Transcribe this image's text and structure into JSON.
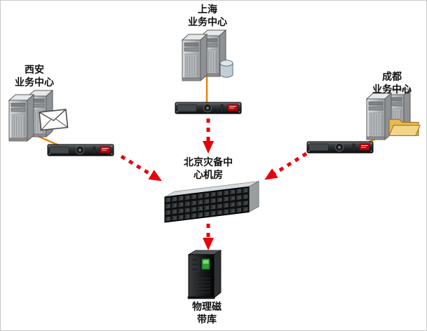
{
  "diagram": {
    "nodes": {
      "shanghai": {
        "label": "上海\n业务中心"
      },
      "xian": {
        "label": "西安\n业务中心"
      },
      "chengdu": {
        "label": "成都\n业务中心"
      },
      "beijing": {
        "label": "北京灾备中\n心机房"
      },
      "tape_library": {
        "label": "物理磁\n带库"
      }
    },
    "icons": {
      "xian_attachment": "mail-icon",
      "chengdu_attachment": "folder-icon",
      "shanghai_attachment": "database-icon"
    },
    "colors": {
      "arrow_red": "#e8000d",
      "link_orange": "#e8820a"
    }
  }
}
